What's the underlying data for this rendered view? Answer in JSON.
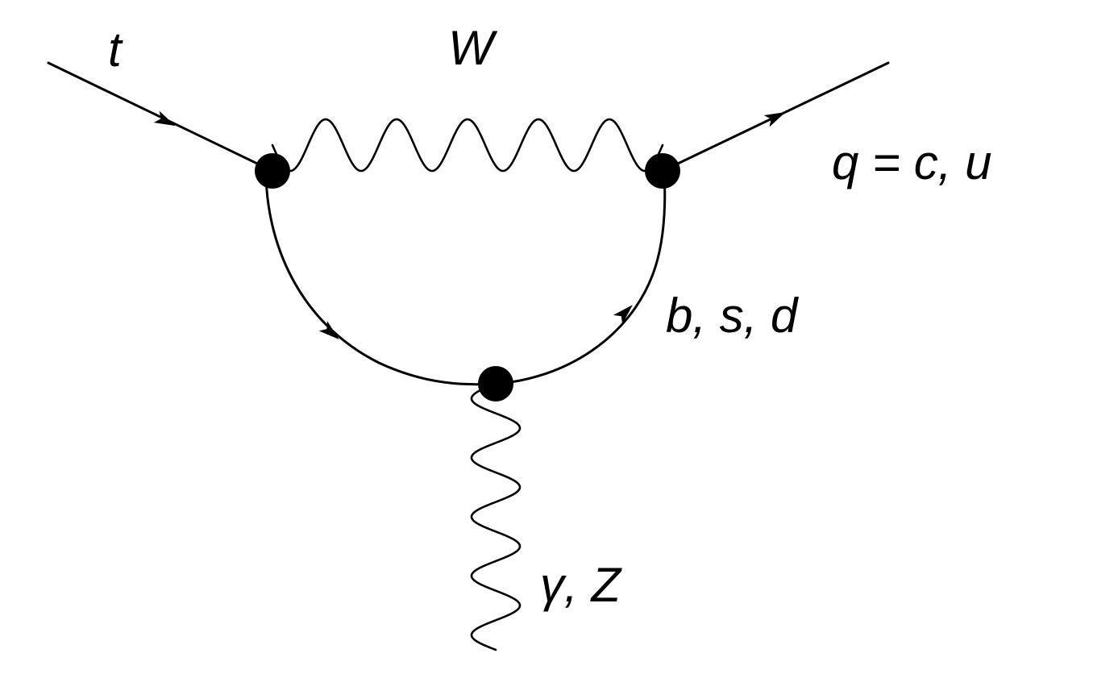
{
  "diagram": {
    "labels": {
      "incoming_quark": "t",
      "loop_boson": "W",
      "outgoing_quark": "q = c, u",
      "loop_quarks": "b, s, d",
      "emitted_boson": "γ, Z"
    },
    "colors": {
      "ink": "#000000",
      "background": "#ffffff"
    }
  }
}
